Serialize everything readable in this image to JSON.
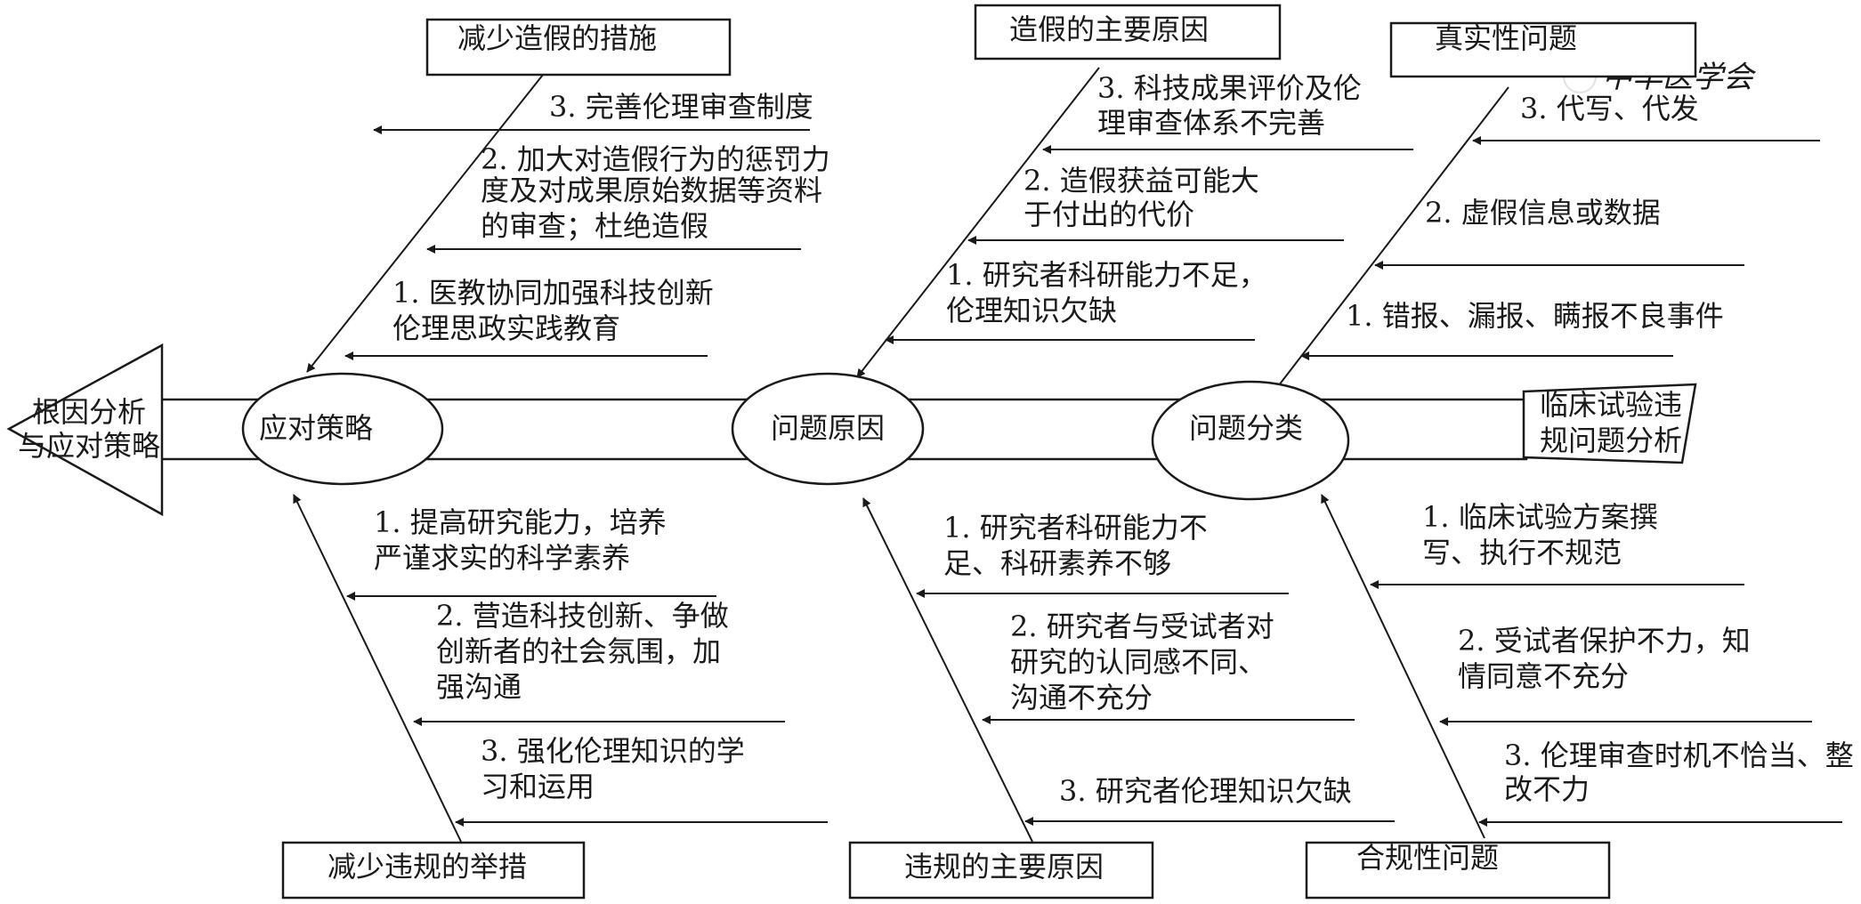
{
  "head": {
    "lines": [
      "根因分析",
      "与应对策略"
    ]
  },
  "tail": {
    "lines": [
      "临床试验违",
      "规问题分析"
    ]
  },
  "nodes": {
    "strategy": "应对策略",
    "cause": "问题原因",
    "classify": "问题分类"
  },
  "categories": {
    "top_strategy": "减少造假的措施",
    "top_cause": "造假的主要原因",
    "top_classify": "真实性问题",
    "bottom_strategy": "减少违规的举措",
    "bottom_cause": "违规的主要原因",
    "bottom_classify": "合规性问题"
  },
  "items": {
    "ts3": "3. 完善伦理审查制度",
    "ts2_a": "2. 加大对造假行为的惩罚力",
    "ts2_b": "度及对成果原始数据等资料",
    "ts2_c": "的审查；杜绝造假",
    "ts1_a": "1. 医教协同加强科技创新",
    "ts1_b": "伦理思政实践教育",
    "tc3_a": "3. 科技成果评价及伦",
    "tc3_b": "理审查体系不完善",
    "tc2_a": "2. 造假获益可能大",
    "tc2_b": "于付出的代价",
    "tc1_a": "1. 研究者科研能力不足，",
    "tc1_b": "伦理知识欠缺",
    "tk3": "3. 代写、代发",
    "tk2": "2. 虚假信息或数据",
    "tk1": "1. 错报、漏报、瞒报不良事件",
    "bs1_a": "1. 提高研究能力，培养",
    "bs1_b": "严谨求实的科学素养",
    "bs2_a": "2. 营造科技创新、争做",
    "bs2_b": "创新者的社会氛围，加",
    "bs2_c": "强沟通",
    "bs3_a": "3. 强化伦理知识的学",
    "bs3_b": "习和运用",
    "bc1_a": "1. 研究者科研能力不",
    "bc1_b": "足、科研素养不够",
    "bc2_a": "2. 研究者与受试者对",
    "bc2_b": "研究的认同感不同、",
    "bc2_c": "沟通不充分",
    "bc3": "3. 研究者伦理知识欠缺",
    "bk1_a": "1. 临床试验方案撰",
    "bk1_b": "写、执行不规范",
    "bk2_a": "2. 受试者保护不力，知",
    "bk2_b": "情同意不充分",
    "bk3_a": "3. 伦理审查时机不恰当、整",
    "bk3_b": "改不力"
  },
  "watermark": "中华医学会"
}
